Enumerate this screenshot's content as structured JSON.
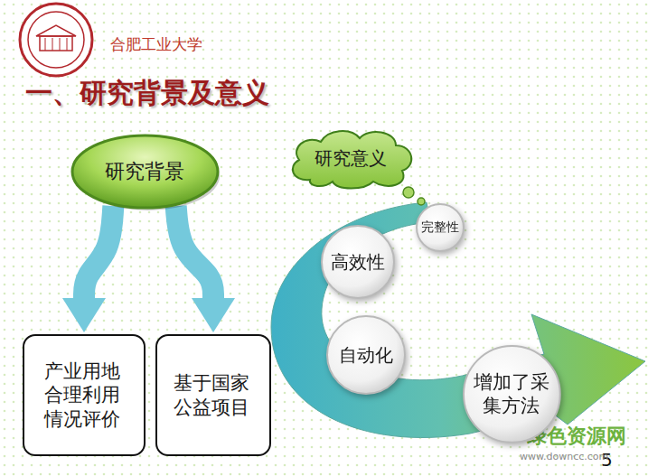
{
  "diagram": {
    "title": "一、研究背景及意义",
    "nodes": [
      {
        "text": [
          "研究背景"
        ]
      },
      {
        "text": [
          "产业用地合理利用情况评价"
        ]
      },
      {
        "text": [
          "基于国家公益项目"
        ]
      },
      {
        "text": [
          "研究意义"
        ]
      },
      {
        "text": [
          "完整性"
        ]
      },
      {
        "text": [
          "高效性"
        ]
      },
      {
        "text": [
          "自动化"
        ]
      },
      {
        "text": [
          "增加了采集方法"
        ]
      }
    ],
    "edges": [
      {
        "from": 0,
        "to": 1,
        "arrow": "to"
      },
      {
        "from": 0,
        "to": 2,
        "arrow": "to"
      }
    ],
    "labels": [
      "合肥工业大学",
      "5",
      "绿色资源网",
      "www.downcc.com"
    ]
  }
}
